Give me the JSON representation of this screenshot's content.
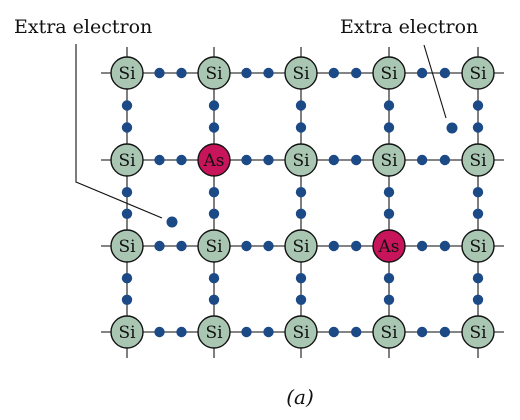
{
  "annotations": {
    "left": "Extra electron",
    "right": "Extra electron"
  },
  "caption": "(a)",
  "lattice": {
    "rows": 4,
    "cols": 5,
    "host_label": "Si",
    "dopant_label": "As",
    "dopants": [
      {
        "row": 1,
        "col": 1
      },
      {
        "row": 2,
        "col": 3
      }
    ]
  },
  "extra_electrons": [
    {
      "near_row": 1,
      "near_col": 4,
      "note": "right"
    },
    {
      "near_row": 2,
      "near_col": 0,
      "note": "left"
    }
  ],
  "colors": {
    "host_fill": "#a9c6b2",
    "dopant_fill": "#c8145a",
    "electron": "#1b4a86",
    "bond_line": "#3a3a3a",
    "stroke": "#111111"
  }
}
